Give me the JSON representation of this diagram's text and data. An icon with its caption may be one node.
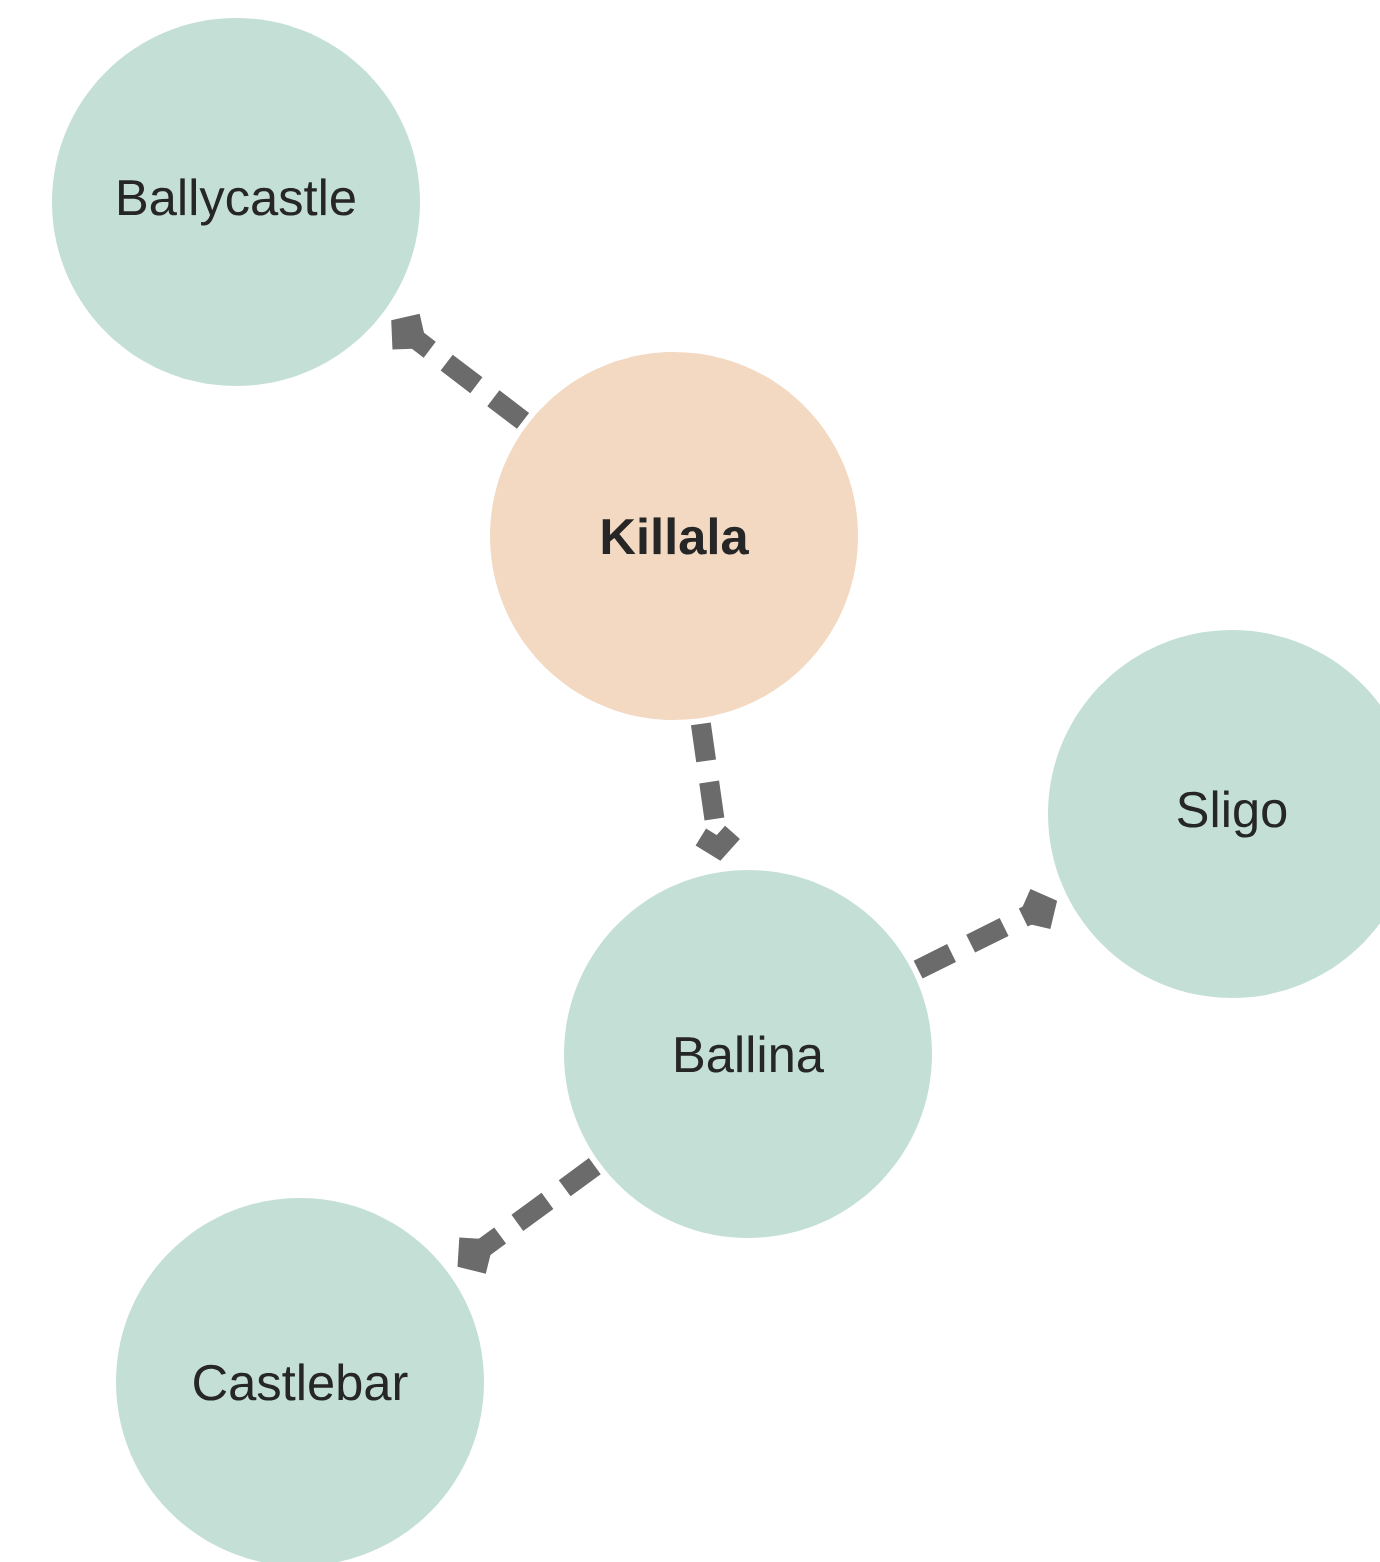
{
  "diagram": {
    "nodes": [
      {
        "text": [
          "Ballycastle"
        ]
      },
      {
        "text": [
          "Killala"
        ]
      },
      {
        "text": [
          "Sligo"
        ]
      },
      {
        "text": [
          "Ballina"
        ]
      },
      {
        "text": [
          "Castlebar"
        ]
      }
    ],
    "edges": [
      {
        "from": 1,
        "to": 0,
        "arrow": "to"
      },
      {
        "from": 1,
        "to": 3,
        "arrow": "to"
      },
      {
        "from": 3,
        "to": 2,
        "arrow": "to"
      },
      {
        "from": 3,
        "to": 4,
        "arrow": "to"
      }
    ]
  }
}
